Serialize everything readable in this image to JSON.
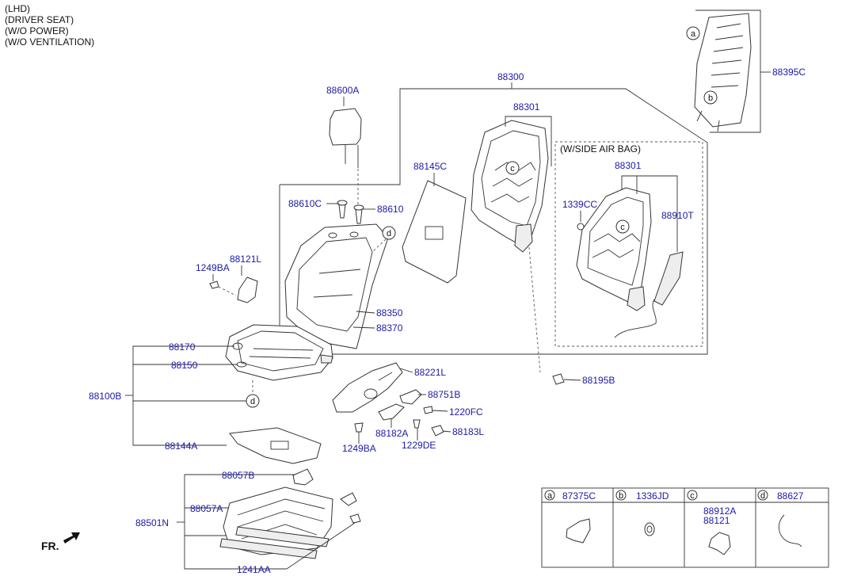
{
  "notes": [
    "(LHD)",
    "(DRIVER SEAT)",
    "(W/O POWER)",
    "(W/O VENTILATION)"
  ],
  "side_airbag_title": "(W/SIDE AIR BAG)",
  "fr_label": "FR.",
  "parts": {
    "p88300": "88300",
    "p88301a": "88301",
    "p88301b": "88301",
    "p88395C": "88395C",
    "p88600A": "88600A",
    "p88145C": "88145C",
    "p88610C": "88610C",
    "p88610": "88610",
    "p1339CC": "1339CC",
    "p88910T": "88910T",
    "p1249BA_a": "1249BA",
    "p88121L": "88121L",
    "p88350": "88350",
    "p88370": "88370",
    "p88170": "88170",
    "p88150": "88150",
    "p88100B": "88100B",
    "p88221L": "88221L",
    "p88751B": "88751B",
    "p1220FC": "1220FC",
    "p88182A": "88182A",
    "p88183L": "88183L",
    "p1249BA_b": "1249BA",
    "p1229DE": "1229DE",
    "p88195B": "88195B",
    "p88144A": "88144A",
    "p88057B": "88057B",
    "p88057A": "88057A",
    "p88501N": "88501N",
    "p1241AA": "1241AA"
  },
  "callouts": {
    "a_top": "a",
    "b_top": "b",
    "c1": "c",
    "c2": "c",
    "d1": "d",
    "d2": "d"
  },
  "legend": [
    {
      "letter": "a",
      "codes": [
        "87375C"
      ]
    },
    {
      "letter": "b",
      "codes": [
        "1336JD"
      ]
    },
    {
      "letter": "c",
      "codes": [
        "88912A",
        "88121"
      ]
    },
    {
      "letter": "d",
      "codes": [
        "88627"
      ]
    }
  ]
}
